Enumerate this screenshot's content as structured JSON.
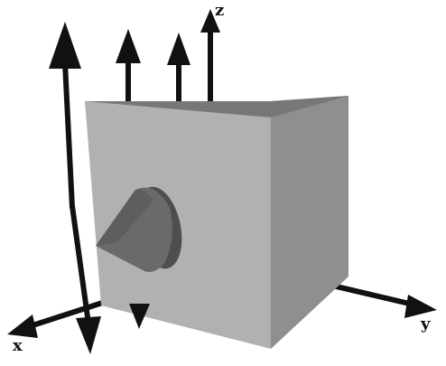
{
  "scene": {
    "axis_labels": {
      "x": "x",
      "y": "y",
      "z": "z"
    },
    "colors": {
      "background": "#ffffff",
      "axis": "#111111",
      "cube_front": "#b1b1b1",
      "cube_right": "#8f8f8f",
      "cube_top": "#7a7a7a",
      "cone": "#6a6a6a",
      "cone_base": "#4e4e4e"
    },
    "objects": [
      "cube",
      "cone",
      "x-axis",
      "y-axis",
      "z-axis",
      "normal-arrows"
    ]
  }
}
